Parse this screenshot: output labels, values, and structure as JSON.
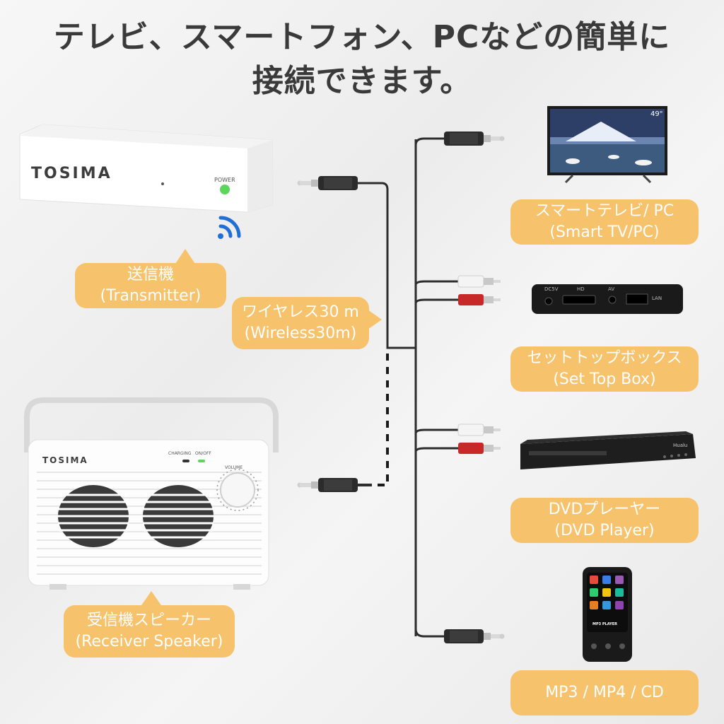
{
  "title": {
    "line1": "テレビ、スマートフォン、PCなどの簡単に",
    "line2": "接続できます。"
  },
  "transmitter": {
    "brand": "TOSIMA",
    "power_label": "POWER",
    "callout_jp": "送信機",
    "callout_en": "(Transmitter)"
  },
  "wireless": {
    "callout_jp": "ワイヤレス30 m",
    "callout_en": "(Wireless30m)"
  },
  "receiver": {
    "brand": "TOSIMA",
    "charging_label": "CHARGING",
    "onoff_label": "ON/OFF",
    "volume_label": "VOLUME",
    "callout_jp": "受信機スピーカー",
    "callout_en": "(Receiver Speaker)"
  },
  "devices": [
    {
      "jp": "スマートテレビ/ PC",
      "en": "(Smart TV/PC)",
      "screen_badge": "49\""
    },
    {
      "jp": "セットトップボックス",
      "en": "(Set Top Box)",
      "ports": [
        "DC5V",
        "HD",
        "AV",
        "LAN"
      ]
    },
    {
      "jp": "DVDプレーヤー",
      "en": "(DVD Player)",
      "brand": "Hualu"
    },
    {
      "jp": "MP3 / MP4 / CD",
      "en": "",
      "screen_label": "MP3 PLAYER"
    }
  ],
  "colors": {
    "callout": "#f6c26b",
    "callout_text": "#ffffff",
    "title_text": "#3a3a3a",
    "bluetooth": "#1f6fd6",
    "power_led": "#5cd65c"
  }
}
